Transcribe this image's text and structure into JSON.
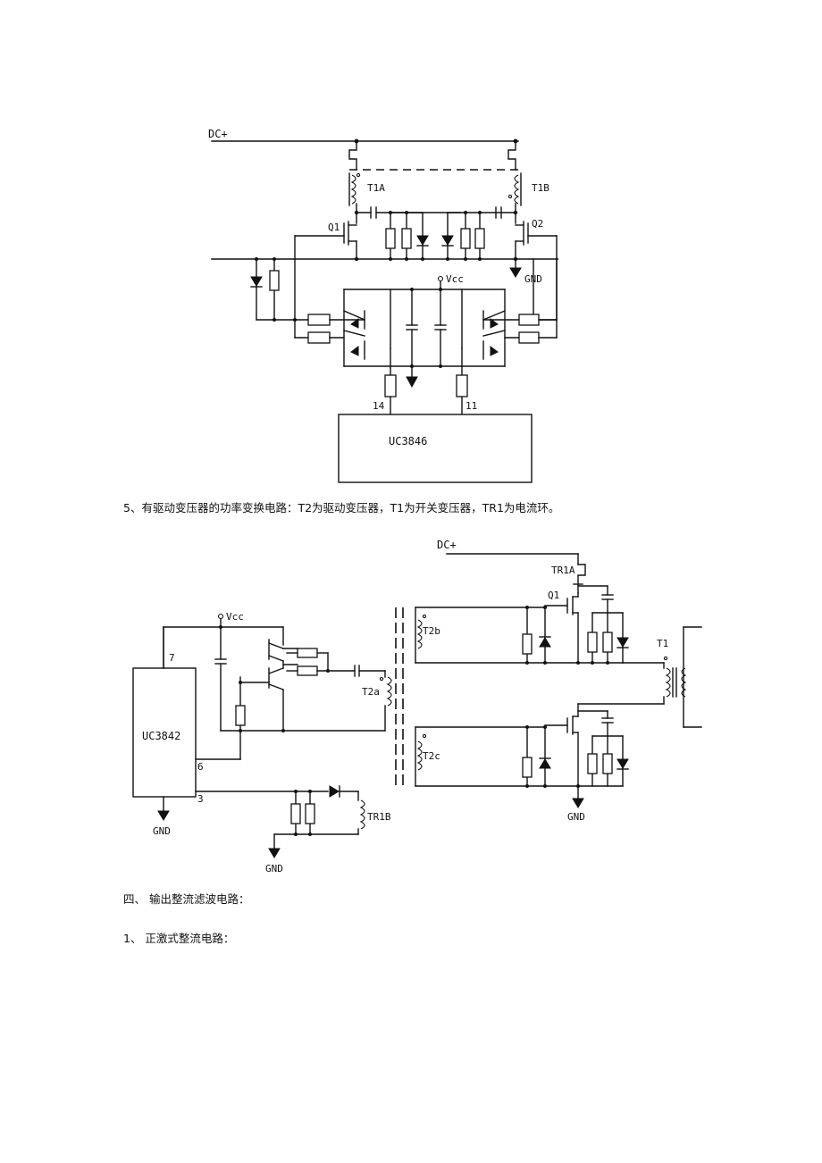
{
  "captions": {
    "drive_transformer_circuit": "5、有驱动变压器的功率变换电路：T2为驱动变压器，T1为开关变压器，TR1为电流环。",
    "section_four": "四、 输出整流滤波电路：",
    "forward_rectifier": "1、 正激式整流电路："
  },
  "figure1": {
    "labels": {
      "dc_plus": "DC+",
      "t1a": "T1A",
      "t1b": "T1B",
      "q1": "Q1",
      "q2": "Q2",
      "vcc": "Vcc",
      "gnd": "GND",
      "pin14": "14",
      "pin11": "11",
      "ic": "UC3846"
    }
  },
  "figure2": {
    "labels": {
      "dc_plus": "DC+",
      "tr1a": "TR1A",
      "q1": "Q1",
      "vcc": "Vcc",
      "t2b": "T2b",
      "t2a": "T2a",
      "t2c": "T2c",
      "t1": "T1",
      "pin7": "7",
      "pin6": "6",
      "pin3": "3",
      "ic": "UC3842",
      "gnd_ic": "GND",
      "gnd_fet": "GND",
      "gnd_sense": "GND",
      "tr1b": "TR1B"
    }
  }
}
